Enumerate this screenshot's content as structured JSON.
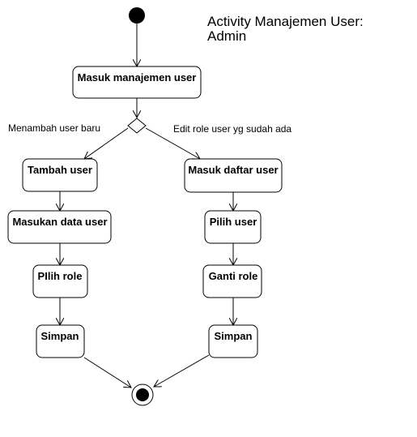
{
  "title": {
    "line1": "Activity Manajemen User:",
    "line2": "Admin"
  },
  "nodes": {
    "masuk_manajemen": "Masuk manajemen user",
    "tambah_user": "Tambah user",
    "masukan_data": "Masukan data user",
    "pilih_role_left": "PIlih role",
    "simpan_left": "Simpan",
    "masuk_daftar": "Masuk daftar user",
    "pilih_user": "Pilih user",
    "ganti_role": "Ganti role",
    "simpan_right": "Simpan"
  },
  "guards": {
    "left": "Menambah user baru",
    "right": "Edit role user yg sudah ada"
  },
  "colors": {
    "stroke": "#000000",
    "fill": "#ffffff",
    "dot": "#000000"
  }
}
